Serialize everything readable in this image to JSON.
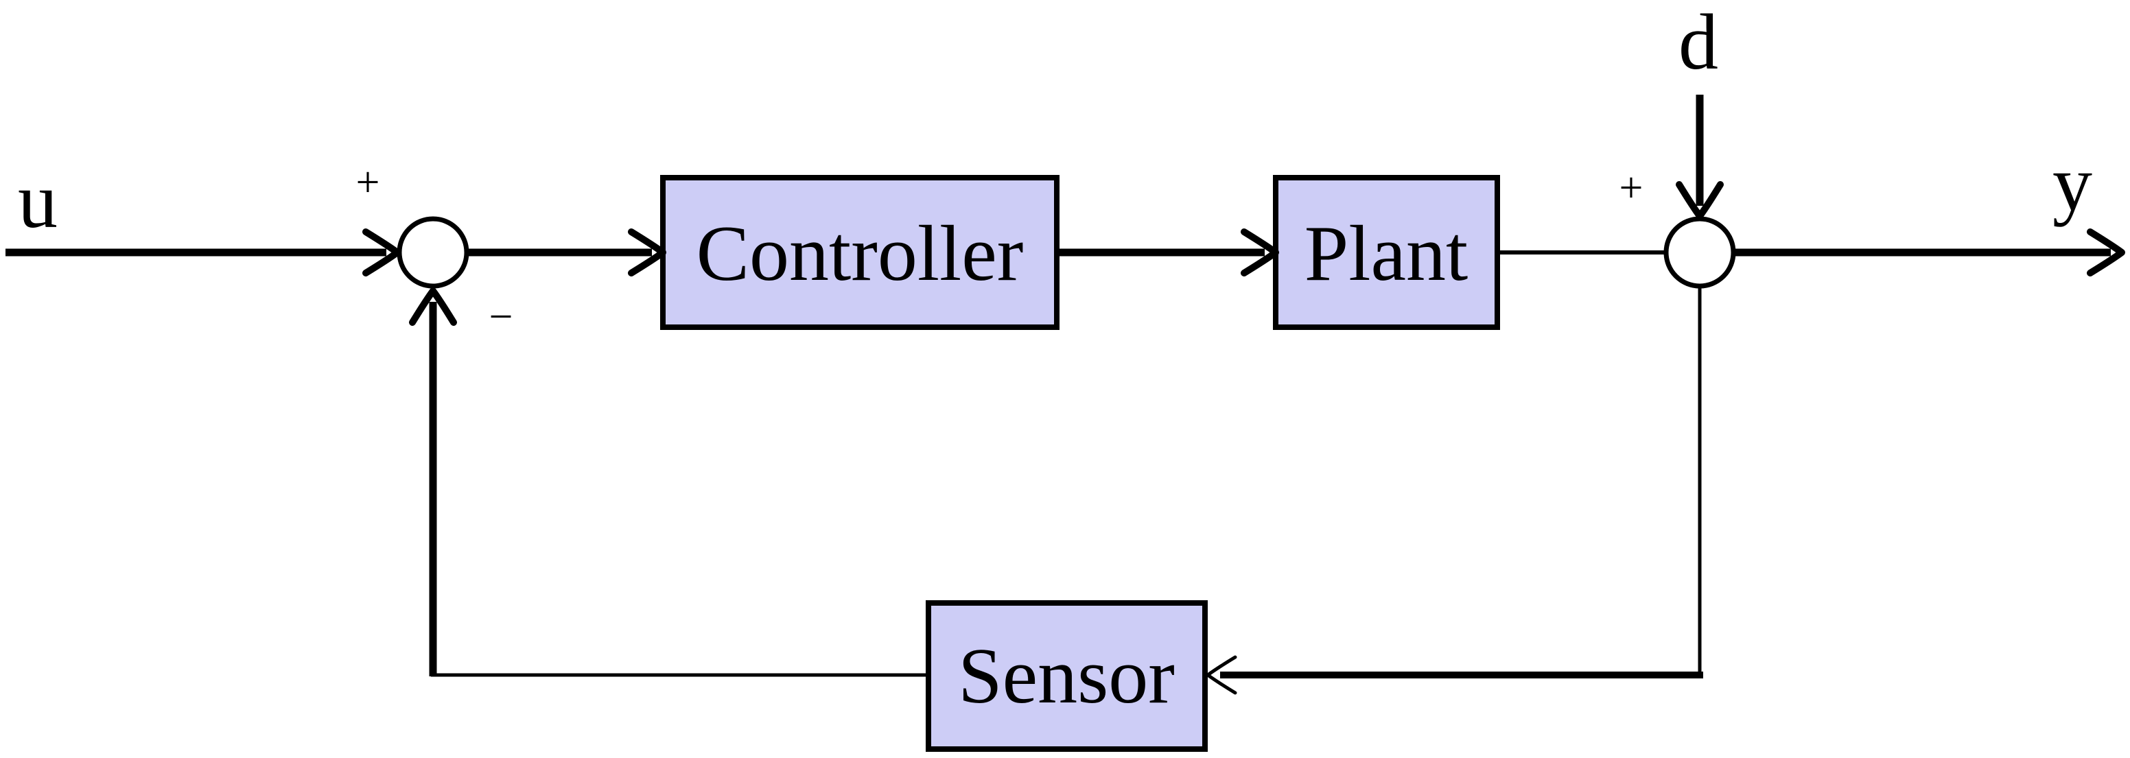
{
  "diagram": {
    "type": "control-feedback-loop-block-diagram",
    "blocks": {
      "controller": {
        "label": "Controller"
      },
      "plant": {
        "label": "Plant"
      },
      "sensor": {
        "label": "Sensor"
      }
    },
    "signals": {
      "input": {
        "label": "u"
      },
      "disturbance": {
        "label": "d"
      },
      "output": {
        "label": "y"
      }
    },
    "junctions": {
      "sum1": {
        "plus": "+",
        "minus": "−"
      },
      "sum2": {
        "plus": "+"
      }
    },
    "colors": {
      "block_fill": "#cdcdf6",
      "block_border": "#000000",
      "line": "#000000",
      "background": "#ffffff"
    }
  }
}
